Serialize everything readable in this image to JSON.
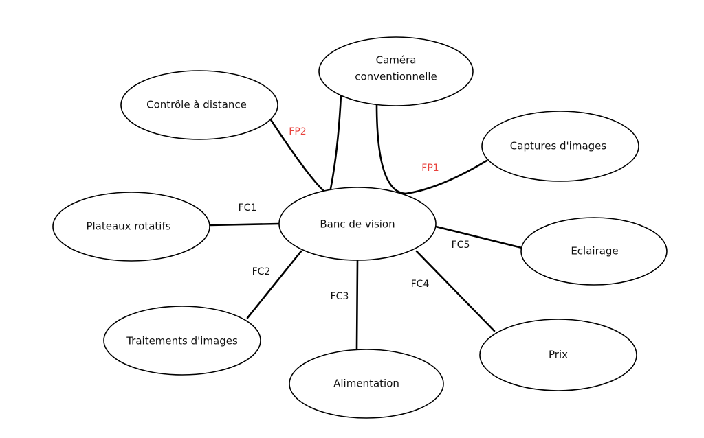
{
  "diagram": {
    "center": "Banc de vision",
    "nodes": {
      "camera_line1": "Caméra",
      "camera_line2": "conventionnelle",
      "controle": "Contrôle à distance",
      "captures": "Captures d'images",
      "plateaux": "Plateaux rotatifs",
      "eclairage": "Eclairage",
      "traitements": "Traitements d'images",
      "alimentation": "Alimentation",
      "prix": "Prix"
    },
    "functions": {
      "fp1": "FP1",
      "fp2": "FP2",
      "fc1": "FC1",
      "fc2": "FC2",
      "fc3": "FC3",
      "fc4": "FC4",
      "fc5": "FC5"
    },
    "colors": {
      "principal_function": "#e8413c",
      "constraint_function": "#111111"
    }
  }
}
